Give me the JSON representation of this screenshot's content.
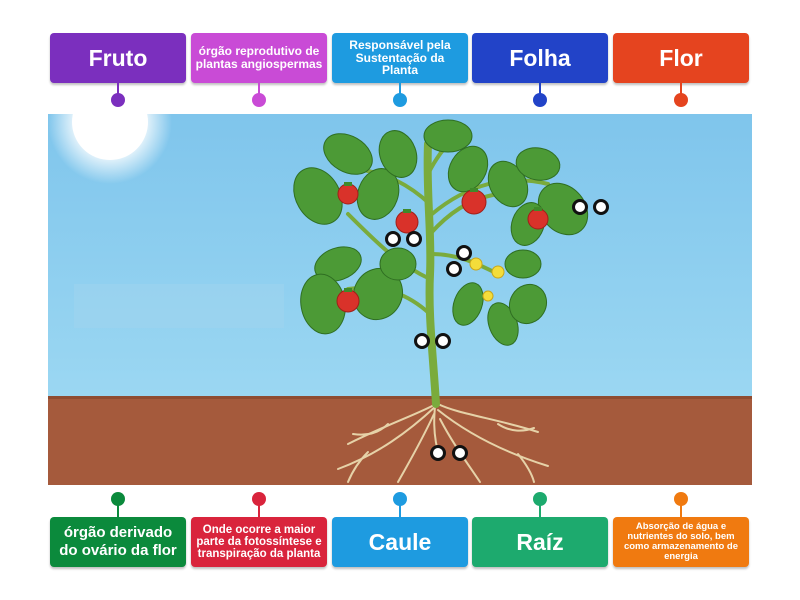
{
  "top_tiles": [
    {
      "text": "Fruto",
      "color": "#7b2fbe"
    },
    {
      "text": "órgão reprodutivo de plantas angiospermas",
      "color": "#c94bd6"
    },
    {
      "text": "Responsável pela Sustentação da Planta",
      "color": "#1e9be0"
    },
    {
      "text": "Folha",
      "color": "#2243c8"
    },
    {
      "text": "Flor",
      "color": "#e5441f"
    }
  ],
  "bottom_tiles": [
    {
      "text": "órgão derivado do ovário da flor",
      "color": "#0b8a3c"
    },
    {
      "text": "Onde ocorre a maior parte da fotossíntese e transpiração da planta",
      "color": "#d9243c"
    },
    {
      "text": "Caule",
      "color": "#1e9be0"
    },
    {
      "text": "Raíz",
      "color": "#1daa6e"
    },
    {
      "text": "Absorção de água e nutrientes do solo, bem como armazenamento de energia",
      "color": "#f07a10"
    }
  ],
  "scene_colors": {
    "sky": "#86ccee",
    "soil": "#a55a3c",
    "leaf": "#4c9a36",
    "tomato": "#d9322a",
    "stem": "#7aab3c"
  }
}
